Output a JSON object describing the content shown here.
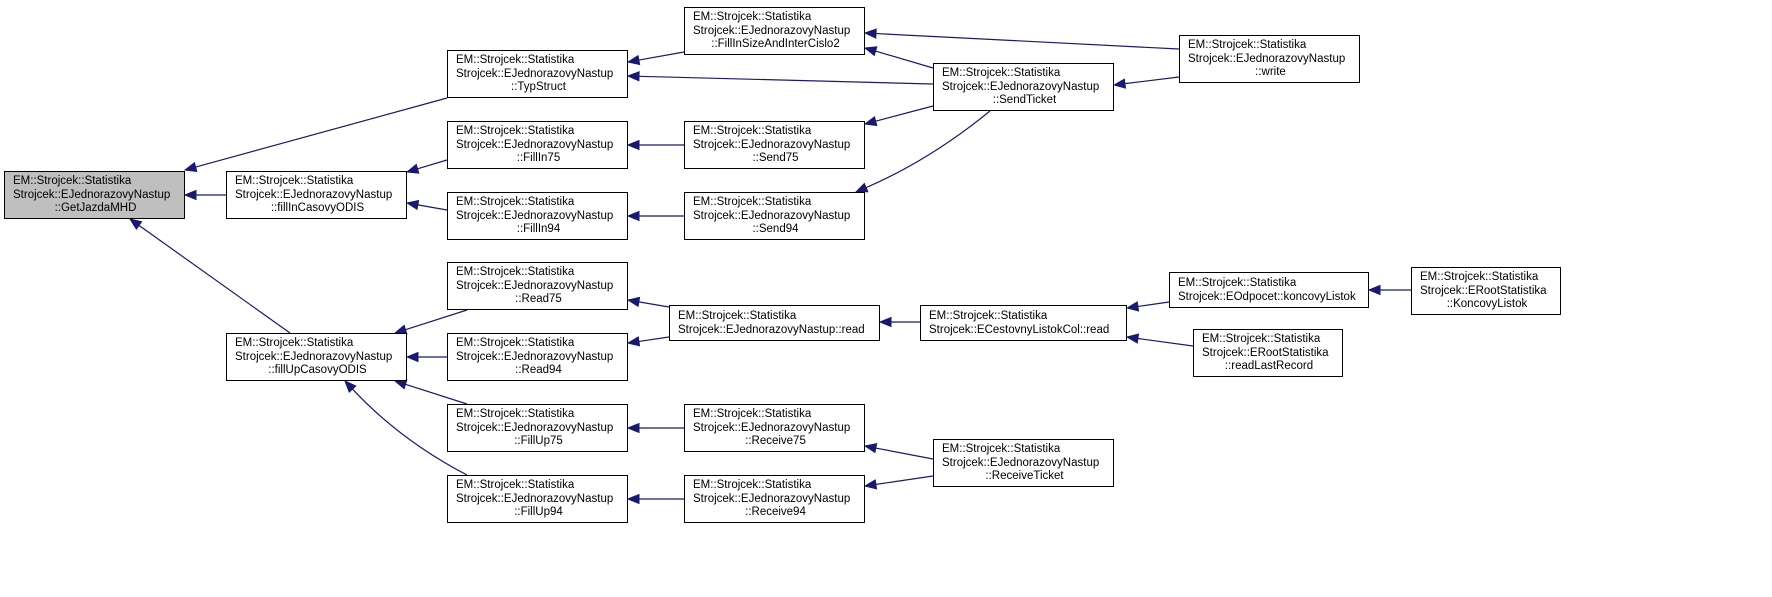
{
  "graph": {
    "type": "doxygen-caller-graph",
    "edge_color": "#191970",
    "root_fill": "#bfbfbf",
    "nodes": [
      {
        "id": "GetJazdaMHD",
        "lines": [
          "EM::Strojcek::Statistika",
          "Strojcek::EJednorazovyNastup",
          "::GetJazdaMHD"
        ],
        "root": true
      },
      {
        "id": "TypStruct",
        "lines": [
          "EM::Strojcek::Statistika",
          "Strojcek::EJednorazovyNastup",
          "::TypStruct"
        ]
      },
      {
        "id": "fillInCasovyODIS",
        "lines": [
          "EM::Strojcek::Statistika",
          "Strojcek::EJednorazovyNastup",
          "::fillInCasovyODIS"
        ]
      },
      {
        "id": "FillIn75",
        "lines": [
          "EM::Strojcek::Statistika",
          "Strojcek::EJednorazovyNastup",
          "::FillIn75"
        ]
      },
      {
        "id": "FillIn94",
        "lines": [
          "EM::Strojcek::Statistika",
          "Strojcek::EJednorazovyNastup",
          "::FillIn94"
        ]
      },
      {
        "id": "FillInSizeAndInterCislo2",
        "lines": [
          "EM::Strojcek::Statistika",
          "Strojcek::EJednorazovyNastup",
          "::FillInSizeAndInterCislo2"
        ]
      },
      {
        "id": "SendTicket",
        "lines": [
          "EM::Strojcek::Statistika",
          "Strojcek::EJednorazovyNastup",
          "::SendTicket"
        ]
      },
      {
        "id": "write",
        "lines": [
          "EM::Strojcek::Statistika",
          "Strojcek::EJednorazovyNastup",
          "::write"
        ]
      },
      {
        "id": "Send75",
        "lines": [
          "EM::Strojcek::Statistika",
          "Strojcek::EJednorazovyNastup",
          "::Send75"
        ]
      },
      {
        "id": "Send94",
        "lines": [
          "EM::Strojcek::Statistika",
          "Strojcek::EJednorazovyNastup",
          "::Send94"
        ]
      },
      {
        "id": "fillUpCasovyODIS",
        "lines": [
          "EM::Strojcek::Statistika",
          "Strojcek::EJednorazovyNastup",
          "::fillUpCasovyODIS"
        ]
      },
      {
        "id": "Read75",
        "lines": [
          "EM::Strojcek::Statistika",
          "Strojcek::EJednorazovyNastup",
          "::Read75"
        ]
      },
      {
        "id": "Read94",
        "lines": [
          "EM::Strojcek::Statistika",
          "Strojcek::EJednorazovyNastup",
          "::Read94"
        ]
      },
      {
        "id": "read",
        "lines": [
          "EM::Strojcek::Statistika",
          "Strojcek::EJednorazovyNastup::read"
        ]
      },
      {
        "id": "ECestovnyListokColRead",
        "lines": [
          "EM::Strojcek::Statistika",
          "Strojcek::ECestovnyListokCol::read"
        ]
      },
      {
        "id": "EOdpocetKoncovyListok",
        "lines": [
          "EM::Strojcek::Statistika",
          "Strojcek::EOdpocet::koncovyListok"
        ]
      },
      {
        "id": "ERootKoncovyListok",
        "lines": [
          "EM::Strojcek::Statistika",
          "Strojcek::ERootStatistika",
          "::KoncovyListok"
        ]
      },
      {
        "id": "readLastRecord",
        "lines": [
          "EM::Strojcek::Statistika",
          "Strojcek::ERootStatistika",
          "::readLastRecord"
        ]
      },
      {
        "id": "FillUp75",
        "lines": [
          "EM::Strojcek::Statistika",
          "Strojcek::EJednorazovyNastup",
          "::FillUp75"
        ]
      },
      {
        "id": "FillUp94",
        "lines": [
          "EM::Strojcek::Statistika",
          "Strojcek::EJednorazovyNastup",
          "::FillUp94"
        ]
      },
      {
        "id": "Receive75",
        "lines": [
          "EM::Strojcek::Statistika",
          "Strojcek::EJednorazovyNastup",
          "::Receive75"
        ]
      },
      {
        "id": "Receive94",
        "lines": [
          "EM::Strojcek::Statistika",
          "Strojcek::EJednorazovyNastup",
          "::Receive94"
        ]
      },
      {
        "id": "ReceiveTicket",
        "lines": [
          "EM::Strojcek::Statistika",
          "Strojcek::EJednorazovyNastup",
          "::ReceiveTicket"
        ]
      }
    ],
    "edges": [
      {
        "from": "TypStruct",
        "to": "GetJazdaMHD"
      },
      {
        "from": "fillInCasovyODIS",
        "to": "GetJazdaMHD"
      },
      {
        "from": "fillUpCasovyODIS",
        "to": "GetJazdaMHD"
      },
      {
        "from": "FillInSizeAndInterCislo2",
        "to": "TypStruct"
      },
      {
        "from": "SendTicket",
        "to": "TypStruct"
      },
      {
        "from": "SendTicket",
        "to": "FillInSizeAndInterCislo2"
      },
      {
        "from": "write",
        "to": "FillInSizeAndInterCislo2"
      },
      {
        "from": "write",
        "to": "SendTicket"
      },
      {
        "from": "FillIn75",
        "to": "fillInCasovyODIS"
      },
      {
        "from": "FillIn94",
        "to": "fillInCasovyODIS"
      },
      {
        "from": "Send75",
        "to": "FillIn75"
      },
      {
        "from": "Send94",
        "to": "FillIn94"
      },
      {
        "from": "SendTicket",
        "to": "Send75"
      },
      {
        "from": "SendTicket",
        "to": "Send94"
      },
      {
        "from": "Read75",
        "to": "fillUpCasovyODIS"
      },
      {
        "from": "Read94",
        "to": "fillUpCasovyODIS"
      },
      {
        "from": "FillUp75",
        "to": "fillUpCasovyODIS"
      },
      {
        "from": "FillUp94",
        "to": "fillUpCasovyODIS"
      },
      {
        "from": "read",
        "to": "Read75"
      },
      {
        "from": "read",
        "to": "Read94"
      },
      {
        "from": "ECestovnyListokColRead",
        "to": "read"
      },
      {
        "from": "EOdpocetKoncovyListok",
        "to": "ECestovnyListokColRead"
      },
      {
        "from": "readLastRecord",
        "to": "ECestovnyListokColRead"
      },
      {
        "from": "ERootKoncovyListok",
        "to": "EOdpocetKoncovyListok"
      },
      {
        "from": "Receive75",
        "to": "FillUp75"
      },
      {
        "from": "Receive94",
        "to": "FillUp94"
      },
      {
        "from": "ReceiveTicket",
        "to": "Receive75"
      },
      {
        "from": "ReceiveTicket",
        "to": "Receive94"
      }
    ]
  }
}
